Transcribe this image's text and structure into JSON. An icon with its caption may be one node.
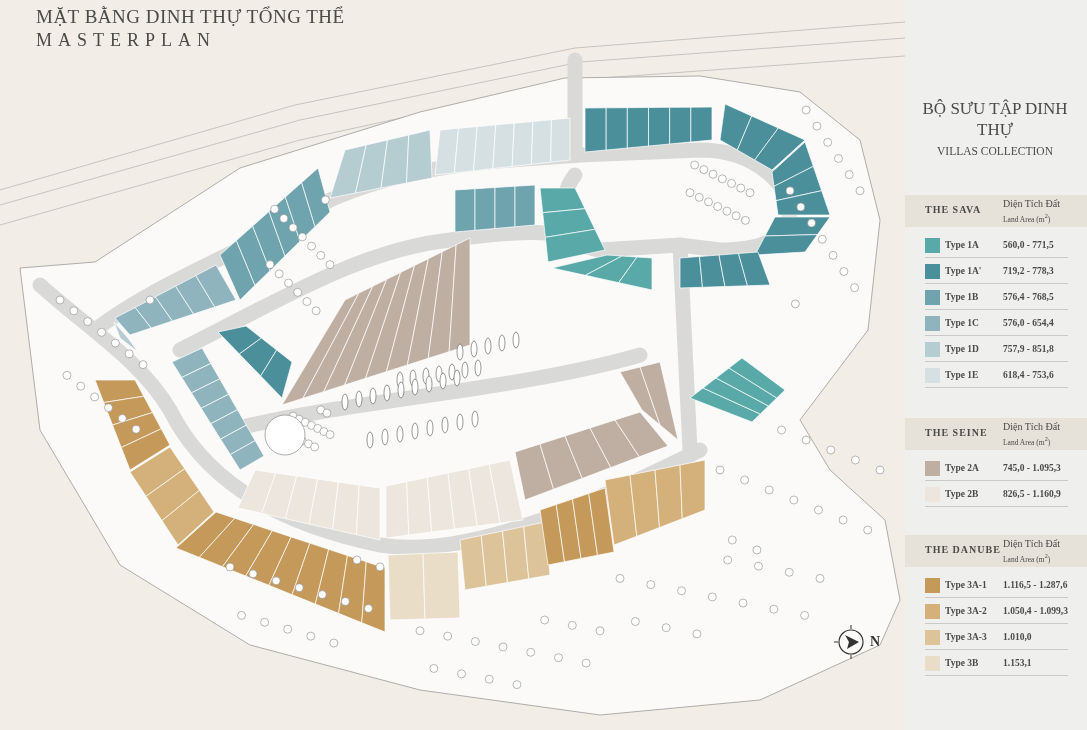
{
  "diagram": {
    "title": "MẶT BẰNG DINH THỰ TỔNG THỂ",
    "labels": [
      "MASTERPLAN",
      "BỘ SƯU TẬP DINH THỰ",
      "VILLAS COLLECTION",
      "THE SAVA",
      "Diện Tích Đất",
      "Land Area (m$^{2}$)",
      "560,0 - 771,5",
      "719,2 - 778,3",
      "576,4 - 768,5",
      "576,0 - 654,4",
      "757,9 - 851,8",
      "618,4 - 753,6",
      "THE SEINE",
      "Diện Tích Đất",
      "Land Area (m$^{2}$)",
      "745,0 - 1.095,3",
      "826,5 - 1.160,9",
      "THE DANUBE",
      "Diện Tích Đất",
      "Land Area (m$^{2}$)",
      "1.116,5 - 1.287,6",
      "1.050,4 - 1.099,3",
      "1.010,0",
      "1.153,1",
      "N"
    ],
    "legend": [
      {
        "text": "Type 1A",
        "color": "#5aa9a9"
      },
      {
        "text": "Type 1A'",
        "color": "#4a8f9a"
      },
      {
        "text": "Type 1B",
        "color": "#6fa3ae"
      },
      {
        "text": "Type 1C",
        "color": "#90b4bd"
      },
      {
        "text": "Type 1D",
        "color": "#b5ccd1"
      },
      {
        "text": "Type 1E",
        "color": "#d6e0e3"
      },
      {
        "text": "Type 2A",
        "color": "#bfaea2"
      },
      {
        "text": "Type 2B",
        "color": "#ece6df"
      },
      {
        "text": "Type 3A-1",
        "color": "#c4995a"
      },
      {
        "text": "Type 3A-2",
        "color": "#d4b07a"
      },
      {
        "text": "Type 3A-3",
        "color": "#dcc39a"
      },
      {
        "text": "Type 3B",
        "color": "#e9ddc8"
      }
    ]
  }
}
